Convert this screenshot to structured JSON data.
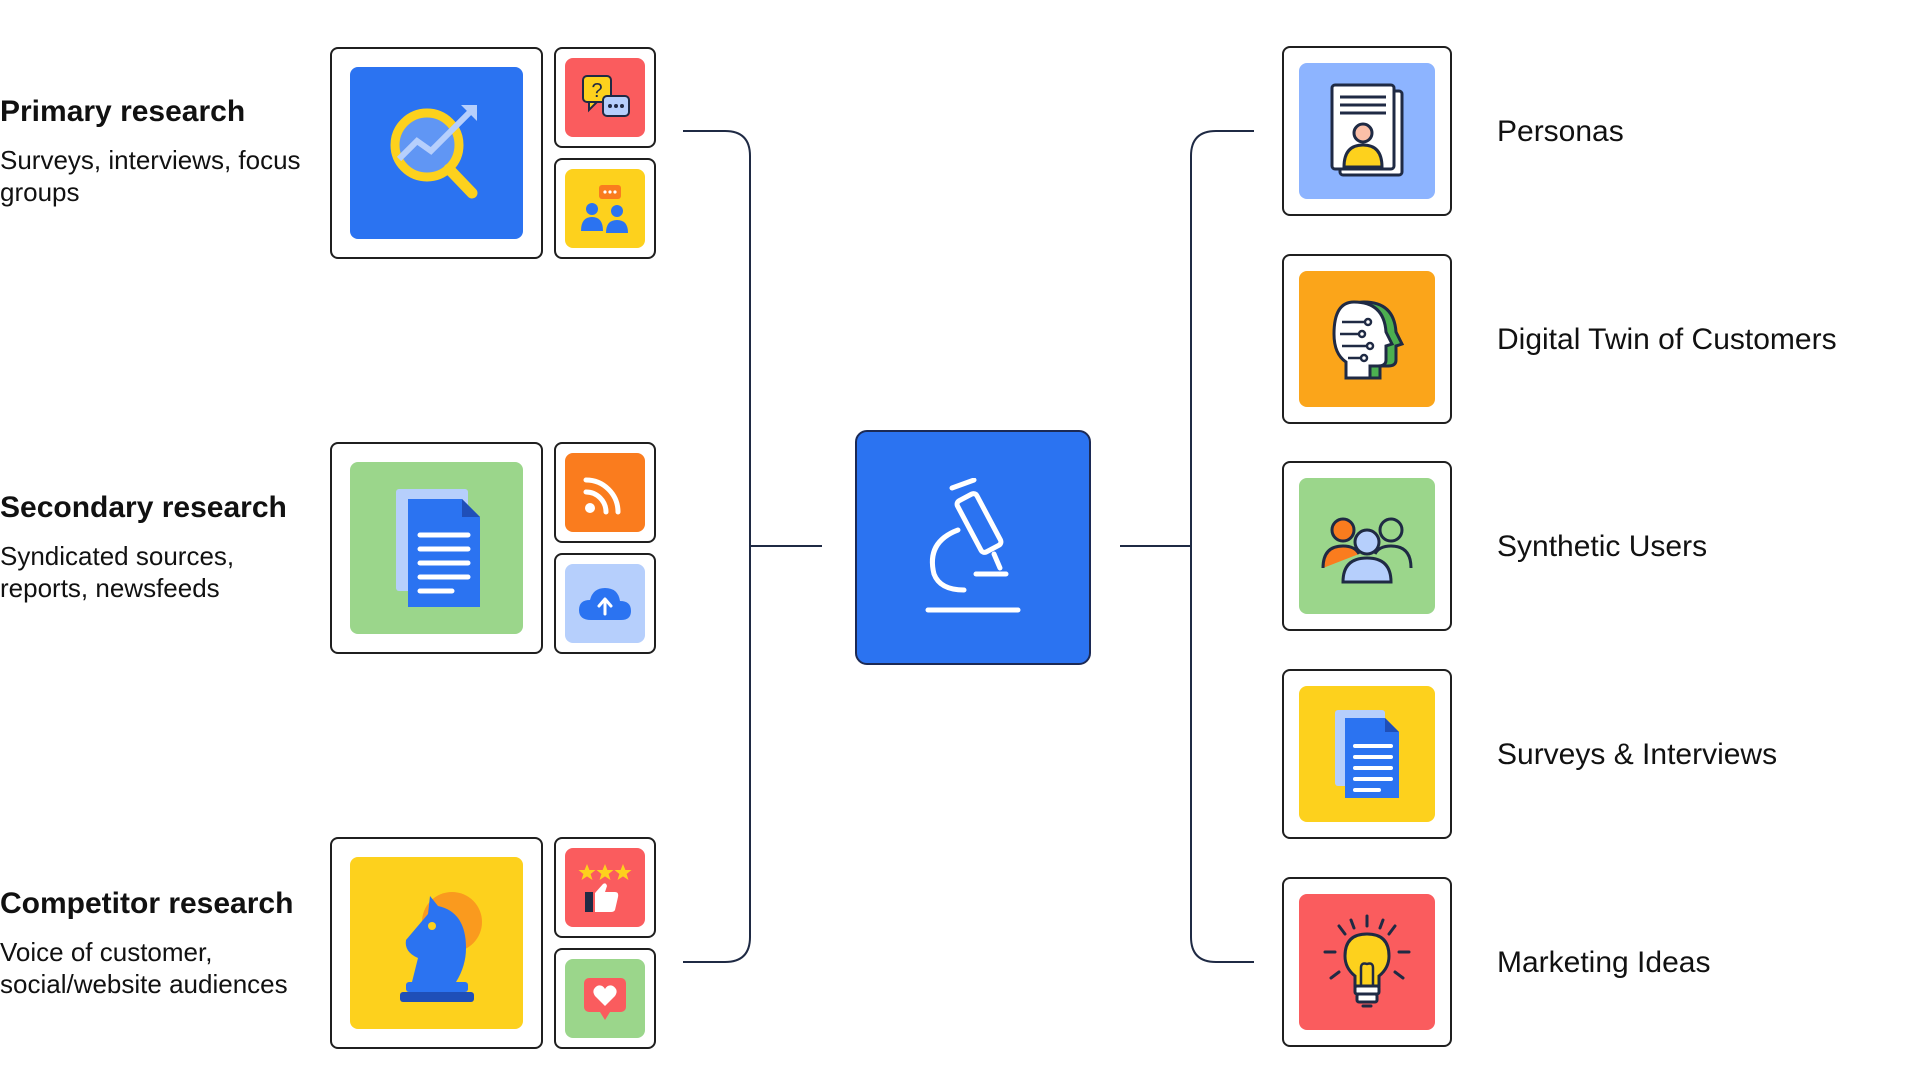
{
  "sources": [
    {
      "title": "Primary research",
      "description": "Surveys, interviews, focus groups",
      "icons": [
        "magnifier-chart-icon",
        "question-chat-icon",
        "focus-group-icon"
      ]
    },
    {
      "title": "Secondary research",
      "description": "Syndicated sources, reports, newsfeeds",
      "icons": [
        "document-icon",
        "rss-feed-icon",
        "cloud-upload-icon"
      ]
    },
    {
      "title": "Competitor research",
      "description": "Voice of customer, social/website audiences",
      "icons": [
        "chess-knight-icon",
        "star-thumbs-up-icon",
        "heart-message-icon"
      ]
    }
  ],
  "center": {
    "icon": "microscope-icon"
  },
  "outputs": [
    {
      "label": "Personas",
      "icon": "persona-document-icon",
      "color": "#8db4ff"
    },
    {
      "label": "Digital Twin of Customers",
      "icon": "digital-twin-head-icon",
      "color": "#fba51a"
    },
    {
      "label": "Synthetic Users",
      "icon": "user-group-icon",
      "color": "#9bd68b"
    },
    {
      "label": "Surveys & Interviews",
      "icon": "survey-document-icon",
      "color": "#fdd11d"
    },
    {
      "label": "Marketing Ideas",
      "icon": "lightbulb-icon",
      "color": "#fa5c5e"
    }
  ],
  "colors": {
    "blue": "#2b73f1",
    "red": "#fa5c5e",
    "yellow": "#fdd11d",
    "green": "#9bd68b",
    "orange": "#fa7c1e",
    "light_blue": "#b6cffc",
    "line": "#1f2a44"
  }
}
